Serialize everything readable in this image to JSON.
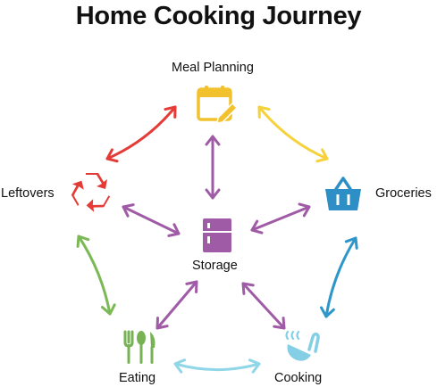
{
  "title": "Home Cooking Journey",
  "nodes": {
    "meal_planning": {
      "label": "Meal Planning",
      "icon": "calendar-icon",
      "color": "#f2c12e"
    },
    "groceries": {
      "label": "Groceries",
      "icon": "basket-icon",
      "color": "#2e8fc7"
    },
    "cooking": {
      "label": "Cooking",
      "icon": "ladle-icon",
      "color": "#84cfe6"
    },
    "eating": {
      "label": "Eating",
      "icon": "utensils-icon",
      "color": "#77b255"
    },
    "leftovers": {
      "label": "Leftovers",
      "icon": "recycle-icon",
      "color": "#e53b36"
    },
    "storage": {
      "label": "Storage",
      "icon": "fridge-icon",
      "color": "#a05ba6"
    }
  },
  "links": [
    {
      "from": "meal_planning",
      "to": "groceries",
      "color": "#f5d23c"
    },
    {
      "from": "groceries",
      "to": "cooking",
      "color": "#2e96c9"
    },
    {
      "from": "cooking",
      "to": "eating",
      "color": "#8fd7e8"
    },
    {
      "from": "eating",
      "to": "leftovers",
      "color": "#7ab955"
    },
    {
      "from": "leftovers",
      "to": "meal_planning",
      "color": "#e53b36"
    },
    {
      "from": "storage",
      "to": "meal_planning",
      "color": "#a05ba6"
    },
    {
      "from": "storage",
      "to": "groceries",
      "color": "#a05ba6"
    },
    {
      "from": "storage",
      "to": "cooking",
      "color": "#a05ba6"
    },
    {
      "from": "storage",
      "to": "eating",
      "color": "#a05ba6"
    },
    {
      "from": "storage",
      "to": "leftovers",
      "color": "#a05ba6"
    }
  ]
}
